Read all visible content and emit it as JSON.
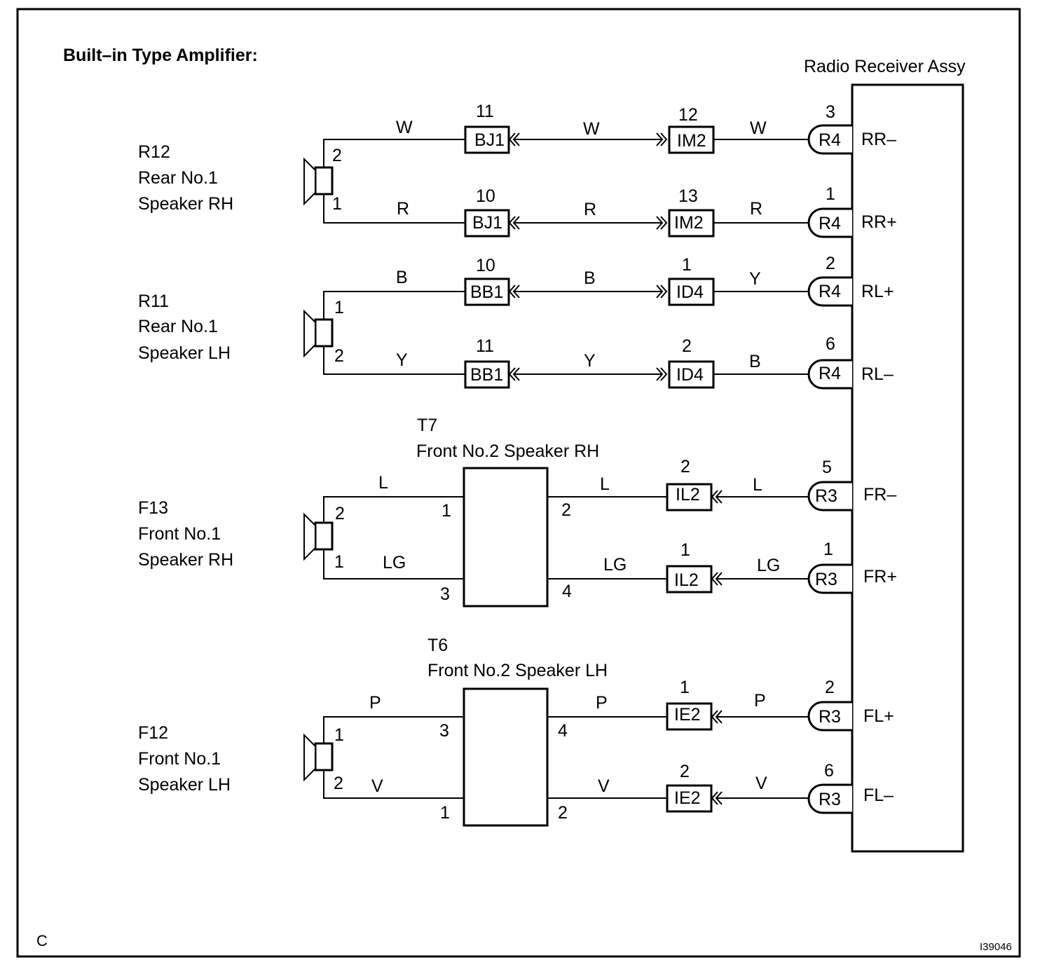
{
  "title": "Built–in Type Amplifier:",
  "radio": {
    "label": "Radio Receiver Assy",
    "terminals": [
      "RR–",
      "RR+",
      "RL+",
      "RL–",
      "FR–",
      "FR+",
      "FL+",
      "FL–"
    ]
  },
  "rear_speakers": [
    {
      "code": "R12",
      "line1": "Rear No.1",
      "line2": "Speaker RH",
      "pin_top": "2",
      "pin_bot": "1",
      "wires": [
        {
          "color_a": "W",
          "j1_pin": "11",
          "j1": "BJ1",
          "color_b": "W",
          "j2_pin": "12",
          "j2": "IM2",
          "color_c": "W",
          "r_pin": "3",
          "r": "R4"
        },
        {
          "color_a": "R",
          "j1_pin": "10",
          "j1": "BJ1",
          "color_b": "R",
          "j2_pin": "13",
          "j2": "IM2",
          "color_c": "R",
          "r_pin": "1",
          "r": "R4"
        }
      ]
    },
    {
      "code": "R11",
      "line1": "Rear No.1",
      "line2": "Speaker LH",
      "pin_top": "1",
      "pin_bot": "2",
      "wires": [
        {
          "color_a": "B",
          "j1_pin": "10",
          "j1": "BB1",
          "color_b": "B",
          "j2_pin": "1",
          "j2": "ID4",
          "color_c": "Y",
          "r_pin": "2",
          "r": "R4"
        },
        {
          "color_a": "Y",
          "j1_pin": "11",
          "j1": "BB1",
          "color_b": "Y",
          "j2_pin": "2",
          "j2": "ID4",
          "color_c": "B",
          "r_pin": "6",
          "r": "R4"
        }
      ]
    }
  ],
  "front_speakers": [
    {
      "code": "F13",
      "line1": "Front No.1",
      "line2": "Speaker RH",
      "pin_top": "2",
      "pin_bot": "1",
      "tweeter_code": "T7",
      "tweeter_name": "Front No.2 Speaker RH",
      "wires": [
        {
          "color_a": "L",
          "tw_in": "1",
          "tw_out": "2",
          "color_b": "L",
          "j_pin": "2",
          "j": "IL2",
          "color_c": "L",
          "r_pin": "5",
          "r": "R3"
        },
        {
          "color_a": "LG",
          "tw_in": "3",
          "tw_out": "4",
          "color_b": "LG",
          "j_pin": "1",
          "j": "IL2",
          "color_c": "LG",
          "r_pin": "1",
          "r": "R3"
        }
      ]
    },
    {
      "code": "F12",
      "line1": "Front No.1",
      "line2": "Speaker LH",
      "pin_top": "1",
      "pin_bot": "2",
      "tweeter_code": "T6",
      "tweeter_name": "Front No.2 Speaker LH",
      "wires": [
        {
          "color_a": "P",
          "tw_in": "3",
          "tw_out": "4",
          "color_b": "P",
          "j_pin": "1",
          "j": "IE2",
          "color_c": "P",
          "r_pin": "2",
          "r": "R3"
        },
        {
          "color_a": "V",
          "tw_in": "1",
          "tw_out": "2",
          "color_b": "V",
          "j_pin": "2",
          "j": "IE2",
          "color_c": "V",
          "r_pin": "6",
          "r": "R3"
        }
      ]
    }
  ],
  "corner_letter": "C",
  "figure_id": "I39046"
}
